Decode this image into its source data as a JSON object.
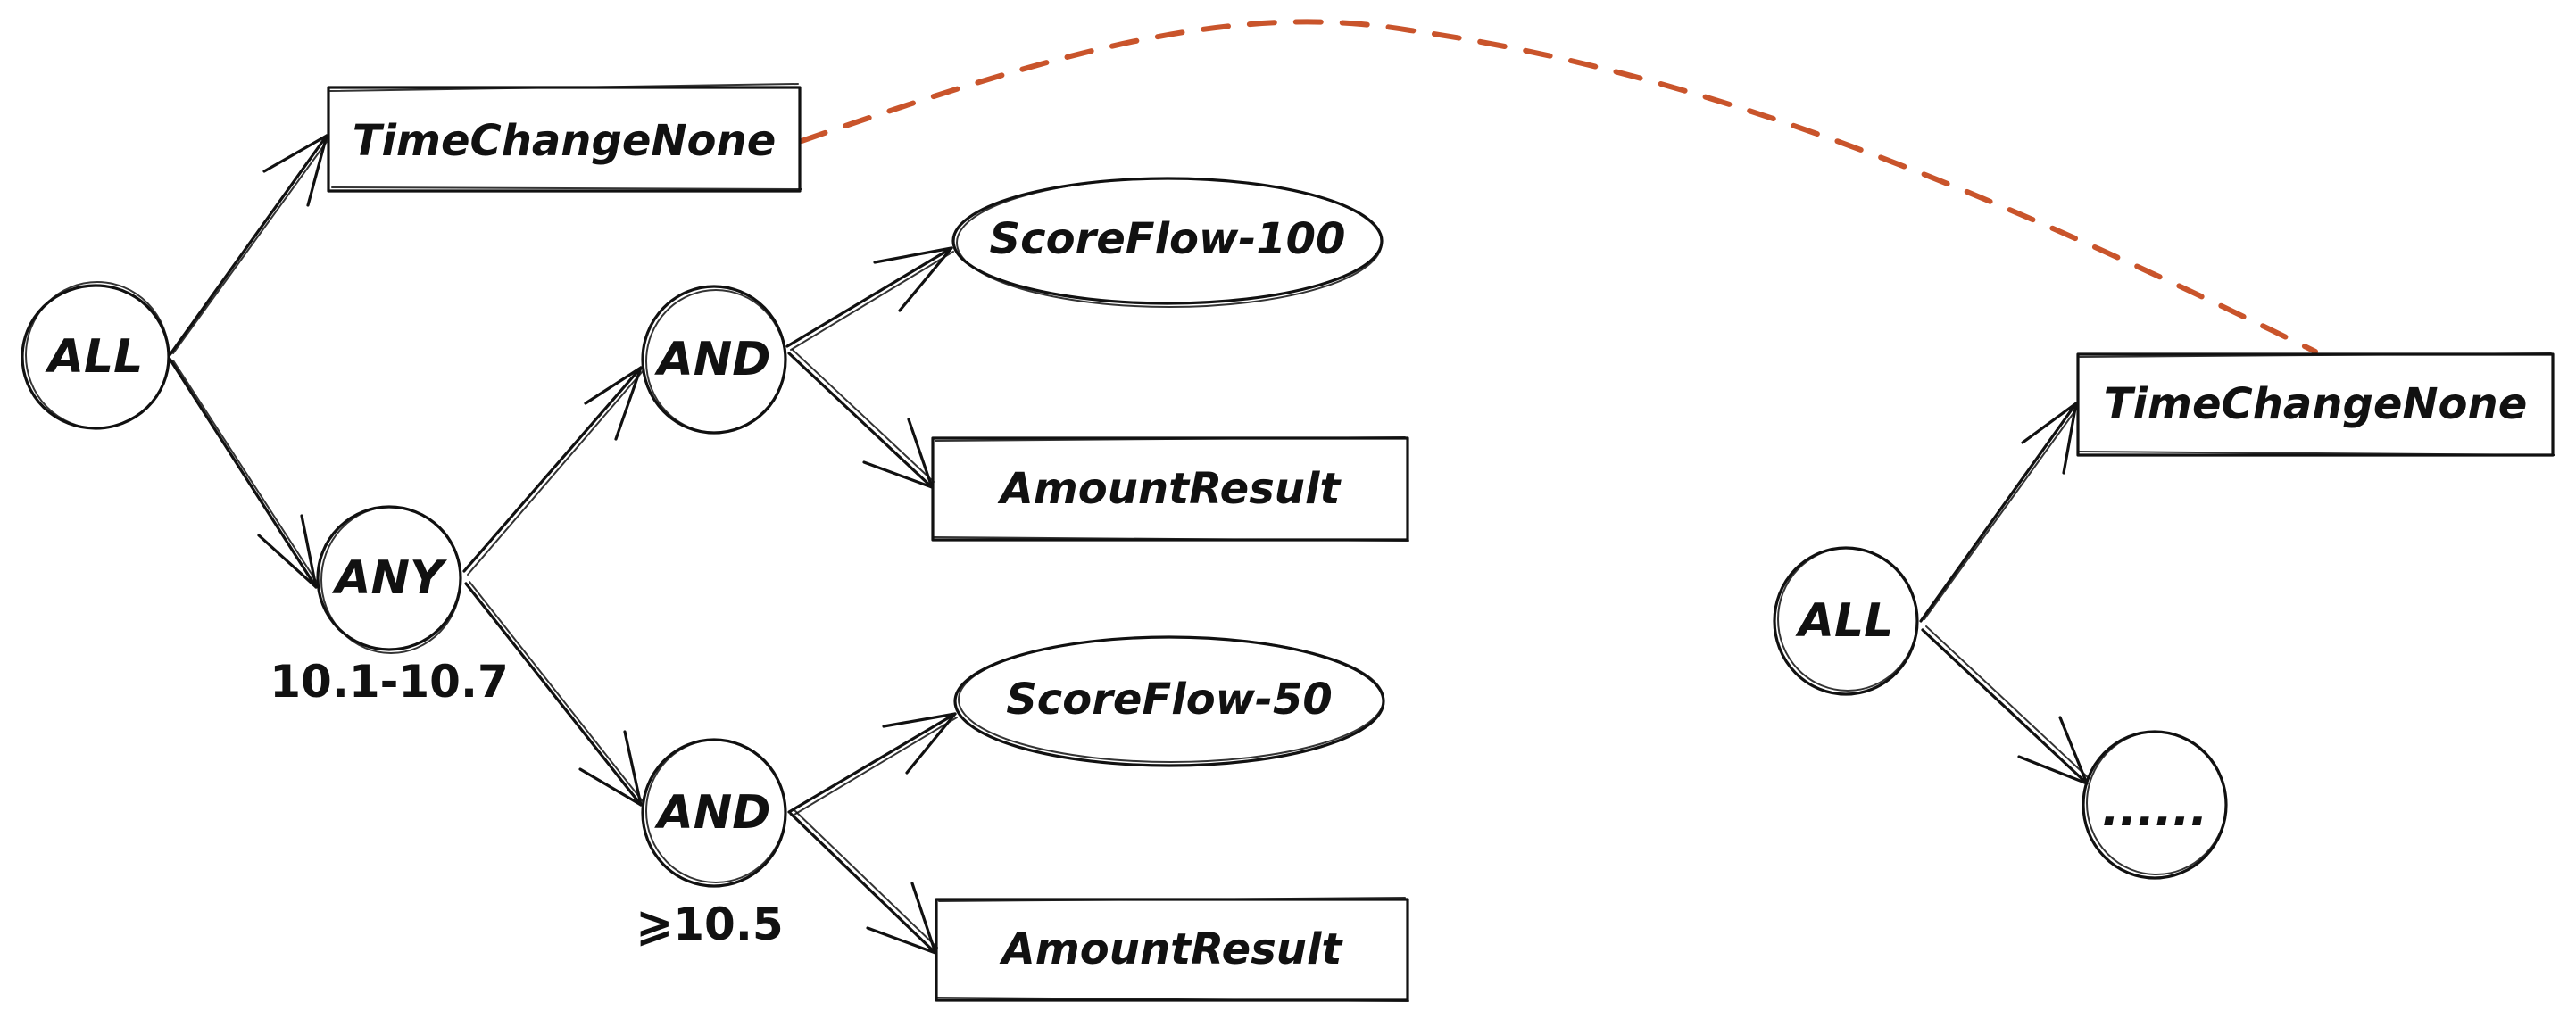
{
  "diagram": {
    "title": "",
    "accent_color": "#C9542B",
    "ink_color": "#111111",
    "left_tree": {
      "root": {
        "id": "all-1",
        "label": "ALL",
        "shape": "circle"
      },
      "nodes": [
        {
          "id": "tcn-1",
          "label": "TimeChangeNone",
          "shape": "rectangle"
        },
        {
          "id": "any-1",
          "label": "ANY",
          "shape": "circle",
          "condition": "10.1-10.7"
        },
        {
          "id": "and-1",
          "label": "AND",
          "shape": "circle"
        },
        {
          "id": "and-2",
          "label": "AND",
          "shape": "circle",
          "condition": "⩾10.5"
        },
        {
          "id": "sf-100",
          "label": "ScoreFlow-100",
          "shape": "ellipse"
        },
        {
          "id": "ar-1",
          "label": "AmountResult",
          "shape": "rectangle"
        },
        {
          "id": "sf-50",
          "label": "ScoreFlow-50",
          "shape": "ellipse"
        },
        {
          "id": "ar-2",
          "label": "AmountResult",
          "shape": "rectangle"
        }
      ]
    },
    "right_tree": {
      "root": {
        "id": "all-2",
        "label": "ALL",
        "shape": "circle"
      },
      "nodes": [
        {
          "id": "tcn-2",
          "label": "TimeChangeNone",
          "shape": "rectangle"
        },
        {
          "id": "more",
          "label": "......",
          "shape": "circle"
        }
      ]
    },
    "edges": [
      {
        "from": "all-1",
        "to": "tcn-1",
        "style": "arrow"
      },
      {
        "from": "all-1",
        "to": "any-1",
        "style": "arrow"
      },
      {
        "from": "any-1",
        "to": "and-1",
        "style": "arrow"
      },
      {
        "from": "any-1",
        "to": "and-2",
        "style": "arrow"
      },
      {
        "from": "and-1",
        "to": "sf-100",
        "style": "arrow"
      },
      {
        "from": "and-1",
        "to": "ar-1",
        "style": "arrow"
      },
      {
        "from": "and-2",
        "to": "sf-50",
        "style": "arrow"
      },
      {
        "from": "and-2",
        "to": "ar-2",
        "style": "arrow"
      },
      {
        "from": "all-2",
        "to": "tcn-2",
        "style": "arrow"
      },
      {
        "from": "all-2",
        "to": "more",
        "style": "arrow"
      },
      {
        "from": "tcn-1",
        "to": "tcn-2",
        "style": "dashed-link"
      }
    ]
  }
}
